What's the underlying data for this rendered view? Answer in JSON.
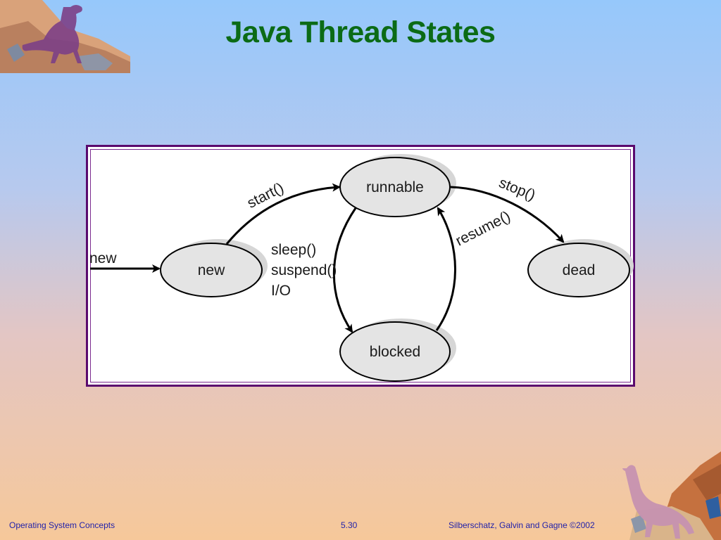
{
  "slide": {
    "title": "Java Thread States",
    "footer_left": "Operating System Concepts",
    "footer_center": "5.30",
    "footer_right": "Silberschatz, Galvin and  Gagne ©2002"
  },
  "diagram": {
    "entry_label": "new",
    "states": {
      "new": "new",
      "runnable": "runnable",
      "blocked": "blocked",
      "dead": "dead"
    },
    "transitions": {
      "start": "start()",
      "stop": "stop()",
      "resume": "resume()",
      "block_lines": [
        "sleep()",
        "suspend()",
        "I/O"
      ]
    }
  }
}
